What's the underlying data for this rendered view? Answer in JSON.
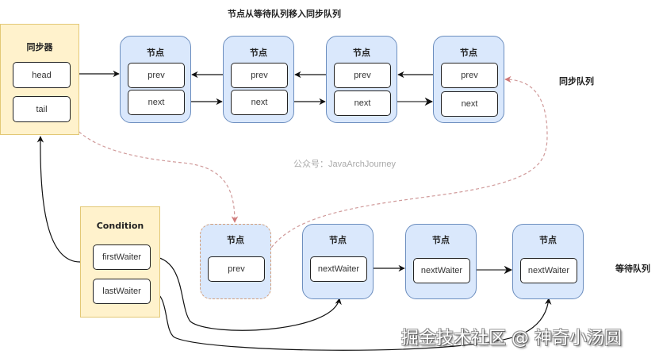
{
  "diagram_title": "节点从等待队列移入同步队列",
  "synchronizer": {
    "title": "同步器",
    "fields": [
      "head",
      "tail"
    ]
  },
  "sync_queue": {
    "label": "同步队列",
    "nodes": [
      {
        "title": "节点",
        "fields": [
          "prev",
          "next"
        ]
      },
      {
        "title": "节点",
        "fields": [
          "prev",
          "next"
        ]
      },
      {
        "title": "节点",
        "fields": [
          "prev",
          "next"
        ]
      },
      {
        "title": "节点",
        "fields": [
          "prev",
          "next"
        ]
      }
    ]
  },
  "condition": {
    "title": "Condition",
    "fields": [
      "firstWaiter",
      "lastWaiter"
    ]
  },
  "moving_node": {
    "title": "节点",
    "field": "prev"
  },
  "wait_queue": {
    "label": "等待队列",
    "nodes": [
      {
        "title": "节点",
        "field": "nextWaiter"
      },
      {
        "title": "节点",
        "field": "nextWaiter"
      },
      {
        "title": "节点",
        "field": "nextWaiter"
      }
    ]
  },
  "watermarks": {
    "account": "公众号：JavaArchJourney",
    "site": "掘金技术社区 @ 神奇小汤圆"
  },
  "colors": {
    "container_fill": "#fff2cc",
    "node_fill": "#dae8fc",
    "node_border": "#6c8ebf",
    "dashed_arrow": "#d07a7a"
  }
}
